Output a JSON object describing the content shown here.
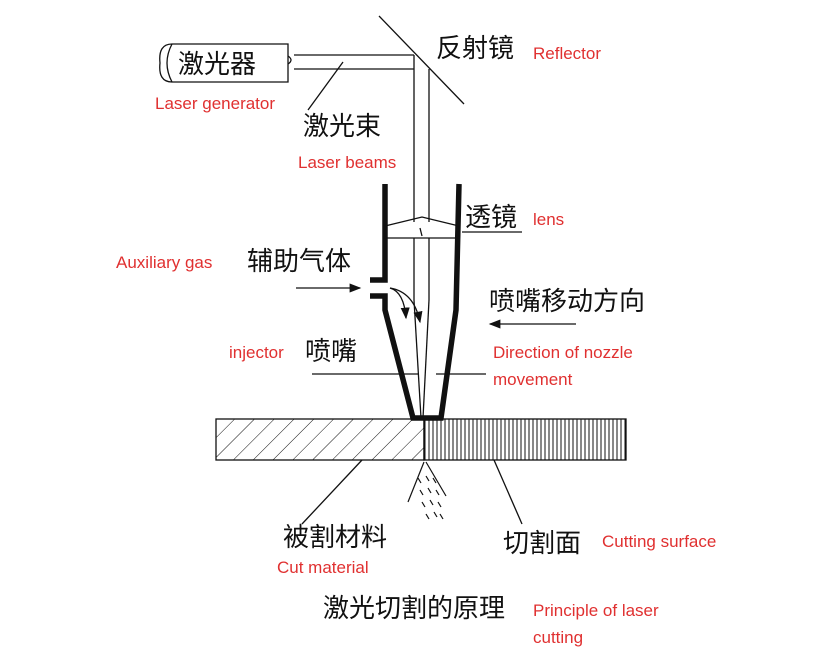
{
  "labels": {
    "laser_generator_cn": "激光器",
    "laser_generator_en": "Laser generator",
    "reflector_cn": "反射镜",
    "reflector_en": "Reflector",
    "laser_beams_cn": "激光束",
    "laser_beams_en": "Laser beams",
    "lens_cn": "透镜",
    "lens_en": "lens",
    "auxiliary_gas_cn": "辅助气体",
    "auxiliary_gas_en": "Auxiliary gas",
    "nozzle_direction_cn": "喷嘴移动方向",
    "nozzle_direction_en_line1": "Direction of nozzle",
    "nozzle_direction_en_line2": "movement",
    "injector_cn": "喷嘴",
    "injector_en": "injector",
    "cut_material_cn": "被割材料",
    "cut_material_en": "Cut material",
    "cutting_surface_cn": "切割面",
    "cutting_surface_en": "Cutting surface",
    "principle_cn": "激光切割的原理",
    "principle_en_line1": "Principle of laser",
    "principle_en_line2": "cutting"
  },
  "colors": {
    "line": "#111111",
    "english_label": "#e03030",
    "background": "#ffffff"
  }
}
